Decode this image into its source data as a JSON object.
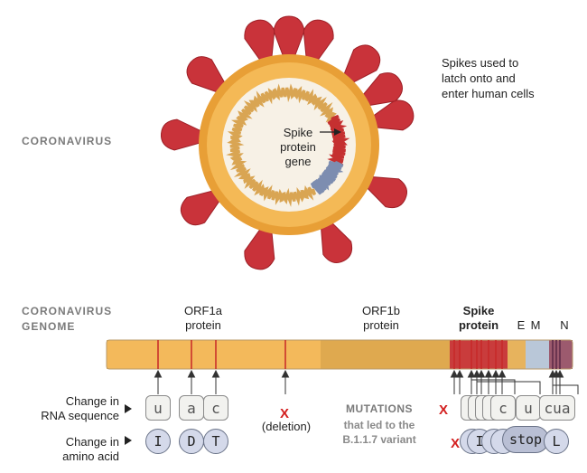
{
  "virus": {
    "label": "CORONAVIRUS",
    "spike_gene_label": "Spike\nprotein\ngene",
    "spikes_caption": "Spikes used to\nlatch onto and\nenter human cells"
  },
  "genome": {
    "label": "CORONAVIRUS\nGENOME",
    "proteins": [
      {
        "name": "ORF1a\nprotein",
        "bold": false
      },
      {
        "name": "ORF1b\nprotein",
        "bold": false
      },
      {
        "name": "Spike\nprotein",
        "bold": true
      },
      {
        "name": "E",
        "bold": false
      },
      {
        "name": "M",
        "bold": false
      },
      {
        "name": "N",
        "bold": false
      }
    ]
  },
  "legend": {
    "rna_label": "Change in\nRNA sequence",
    "amino_label": "Change in\namino acid"
  },
  "mutations": {
    "title": "MUTATIONS",
    "subtitle": "that led to the\nB.1.1.7 variant",
    "deletion_mark": "X",
    "deletion_label": "(deletion)",
    "orf1a": [
      {
        "rna": "u",
        "amino": "I"
      },
      {
        "rna": "a",
        "amino": "D"
      },
      {
        "rna": "c",
        "amino": "T"
      }
    ],
    "spike_rna_visible": [
      "c",
      "u",
      "cua"
    ],
    "spike_amino_visible": [
      "I",
      "stop",
      "L"
    ]
  },
  "colors": {
    "envelope": "#f0b04a",
    "envelope_dark": "#e39a2e",
    "spike": "#cc3a3a",
    "rna": "#d9a553",
    "genome_orf1a": "#f3b95b",
    "genome_orf1b": "#dfa94f",
    "genome_spike": "#c93c3c",
    "genome_em": "#b9c7d8",
    "mutation_line": "#c62828",
    "amino_fill": "#d4d9ea"
  }
}
